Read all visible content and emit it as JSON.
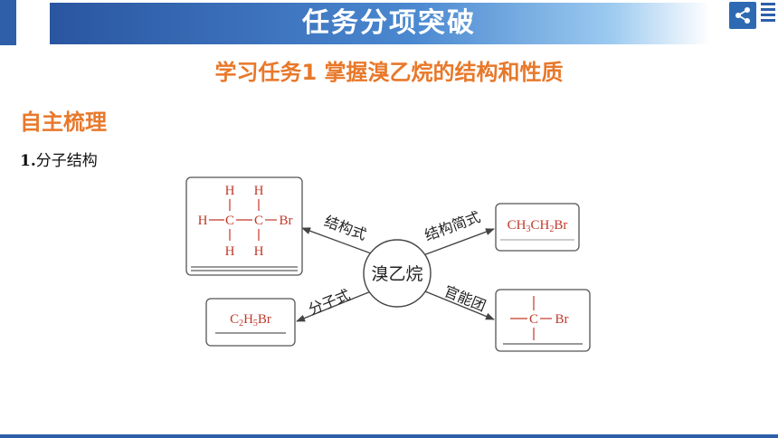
{
  "header": {
    "title": "任务分项突破"
  },
  "task": {
    "title": "学习任务1  掌握溴乙烷的结构和性质"
  },
  "section": {
    "heading": "自主梳理",
    "item_number": "1.",
    "item_text": "分子结构"
  },
  "diagram": {
    "center": "溴乙烷",
    "arrows": {
      "structural": "结构式",
      "condensed": "结构简式",
      "molecular": "分子式",
      "functional": "官能团"
    },
    "structural_formula": {
      "H_top_1": "H",
      "H_top_2": "H",
      "H_left": "H",
      "C1": "C",
      "C2": "C",
      "Br": "Br",
      "H_bottom_1": "H",
      "H_bottom_2": "H"
    },
    "condensed_formula": {
      "p1": "CH",
      "s1": "3",
      "p2": "CH",
      "s2": "2",
      "p3": "Br"
    },
    "molecular_formula": {
      "p1": "C",
      "s1": "2",
      "p2": "H",
      "s2": "5",
      "p3": "Br"
    },
    "functional_group": {
      "C": "C",
      "Br": "Br"
    }
  },
  "colors": {
    "accent_orange": "#e8782a",
    "banner_blue": "#2a55a0",
    "formula_red": "#c0392b"
  }
}
